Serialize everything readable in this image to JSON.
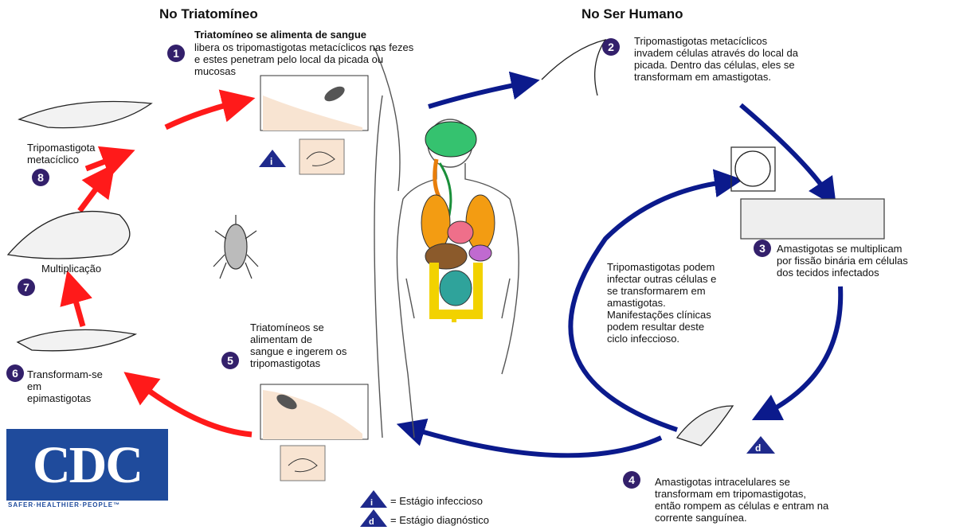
{
  "headings": {
    "left": "No Triatomíneo",
    "right": "No Ser Humano"
  },
  "steps": [
    {
      "num": "1",
      "title": "Triatomíneo se alimenta de sangue",
      "text": "libera os tripomastigotas metacíclicos nas fezes\ne estes penetram pelo local da picada ou\nmucosas"
    },
    {
      "num": "2",
      "text": "Tripomastigotas metacíclicos\ninvadem células através do local da\npicada. Dentro das células, eles se\ntransformam em amastigotas."
    },
    {
      "num": "3",
      "text": "Amastigotas se multiplicam\npor fissão binária em células\ndos tecidos infectados"
    },
    {
      "num": "4",
      "text": "Amastigotas intracelulares se\ntransformam em tripomastigotas,\nentão rompem as células e entram na\ncorrente sanguínea."
    },
    {
      "num": "5",
      "text": "Triatomíneos se\nalimentam de\nsangue e ingerem os\ntripomastigotas"
    },
    {
      "num": "6",
      "text": "Transformam-se\nem\nepimastigotas"
    },
    {
      "num": "7",
      "text": "Multiplicação"
    },
    {
      "num": "8",
      "text": "Tripomastigota\nmetacíclico"
    }
  ],
  "center_note": "Tripomastigotas podem\ninfectar outras células e\nse transformarem em\namastigotas.\nManifestações clínicas\npodem resultar deste\nciclo infeccioso.",
  "legend": {
    "infective_letter": "i",
    "infective_label": "= Estágio infeccioso",
    "diagnostic_letter": "d",
    "diagnostic_label": "= Estágio diagnóstico"
  },
  "logo": {
    "text": "CDC",
    "tagline": "SAFER·HEALTHIER·PEOPLE™"
  },
  "colors": {
    "red_arrow": "#ff1a1a",
    "blue_arrow": "#0b1a8c",
    "badge": "#33206b",
    "triangle": "#1f2a8c",
    "cdc_blue": "#1f4b9c"
  }
}
